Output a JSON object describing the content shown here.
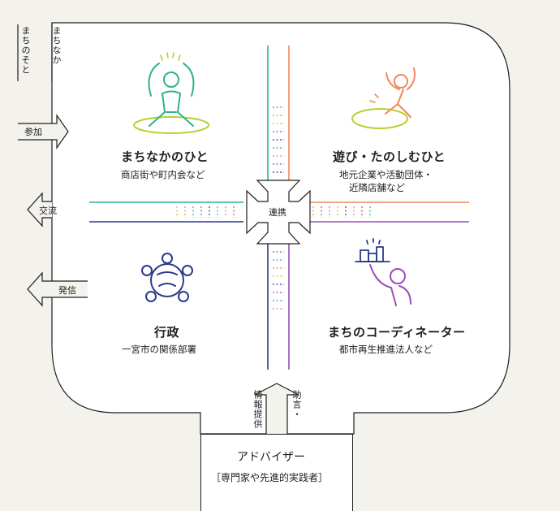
{
  "labels": {
    "machi_no_soto": "まちのそと",
    "machi_naka": "まちなか",
    "sanka": "参加",
    "koryu": "交流",
    "hasshin": "発信",
    "renkei": "連携",
    "advice": "助言・",
    "info": "情報提供"
  },
  "quadrants": {
    "top_left": {
      "title": "まちなかのひと",
      "sub": "商店街や町内会など"
    },
    "top_right": {
      "title": "遊び・たのしむひと",
      "sub1": "地元企業や活動団体・",
      "sub2": "近隣店舗など"
    },
    "bottom_left": {
      "title": "行政",
      "sub": "一宮市の関係部署"
    },
    "bottom_right": {
      "title": "まちのコーディネーター",
      "sub": "都市再生推進法人など"
    }
  },
  "advisor": {
    "title": "アドバイザー",
    "sub": "［専門家や先進的実践者］"
  },
  "colors": {
    "green": "#2db28e",
    "lime": "#b7cf2f",
    "orange": "#f0875a",
    "purple": "#9a4fb5",
    "navy": "#2b3a88",
    "dark": "#1e1e1e"
  }
}
